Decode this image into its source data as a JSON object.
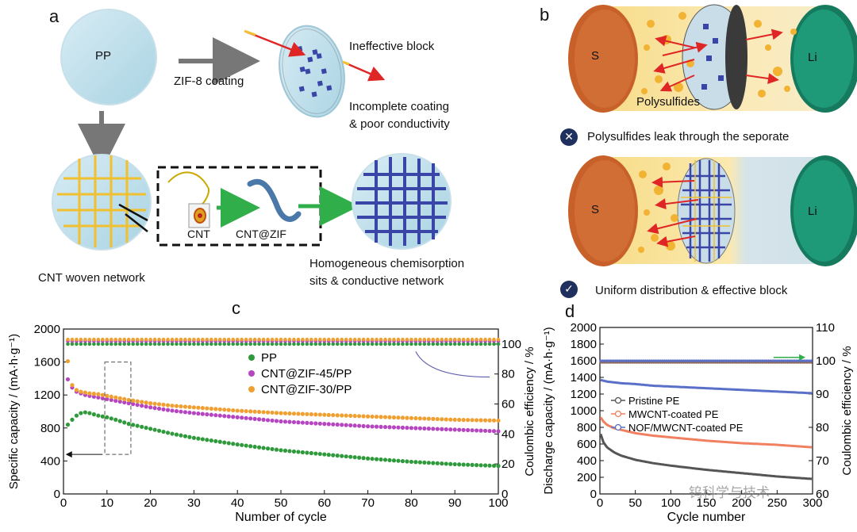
{
  "panel_a": {
    "label": "a",
    "pp_disc": "PP",
    "coating_step": "ZIF-8 coating",
    "ineffective": "Ineffective block",
    "incomplete_l1": "Incomplete coating",
    "incomplete_l2": "& poor conductivity",
    "cnt": "CNT",
    "cnt_zif": "CNT@ZIF",
    "woven": "CNT woven network",
    "homog_l1": "Homogeneous chemisorption",
    "homog_l2": "sits & conductive network"
  },
  "panel_b": {
    "label": "b",
    "s1": "S",
    "li1": "Li",
    "polysulfides": "Polysulfides",
    "leak": "Polysulfides leak through the seporate",
    "s2": "S",
    "li2": "Li",
    "uniform": "Uniform distribution & effective block",
    "colors": {
      "sulfur": "#c8602a",
      "lithium": "#1f9a78",
      "polysulfide": "#f2b232",
      "arrow": "#e02525"
    }
  },
  "panel_c": {
    "label": "c"
  },
  "panel_d": {
    "label": "d"
  },
  "watermark": "钨科学与技术",
  "chart_data": [
    {
      "type": "scatter",
      "panel": "c",
      "xlabel": "Number of cycle",
      "ylabel": "Specific capacity / (mA·h·g⁻¹)",
      "y2label": "Coulombic efficiency / %",
      "xlim": [
        0,
        100
      ],
      "ylim": [
        0,
        2000
      ],
      "y2lim": [
        0,
        110
      ],
      "xticks": [
        "0",
        "10",
        "20",
        "30",
        "40",
        "50",
        "60",
        "70",
        "80",
        "90",
        "100"
      ],
      "yticks": [
        "0",
        "400",
        "800",
        "1200",
        "1600",
        "2000"
      ],
      "y2ticks": [
        "0",
        "20",
        "40",
        "60",
        "80",
        "100"
      ],
      "legend_position": "top-center",
      "series": [
        {
          "name": "PP",
          "color": "#2e9a3c",
          "x": [
            1,
            2,
            3,
            4,
            5,
            6,
            8,
            10,
            12,
            15,
            20,
            25,
            30,
            40,
            50,
            60,
            70,
            80,
            90,
            100
          ],
          "values": [
            840,
            900,
            950,
            980,
            990,
            980,
            950,
            930,
            900,
            850,
            790,
            730,
            680,
            600,
            530,
            480,
            430,
            390,
            360,
            340
          ]
        },
        {
          "name": "CNT@ZIF-45/PP",
          "color": "#b545c0",
          "x": [
            1,
            2,
            3,
            4,
            5,
            6,
            8,
            10,
            12,
            15,
            20,
            25,
            30,
            40,
            50,
            60,
            70,
            80,
            90,
            100
          ],
          "values": [
            1390,
            1290,
            1240,
            1220,
            1200,
            1190,
            1170,
            1150,
            1130,
            1100,
            1050,
            1010,
            980,
            930,
            880,
            850,
            820,
            800,
            780,
            760
          ]
        },
        {
          "name": "CNT@ZIF-30/PP",
          "color": "#f0a030",
          "x": [
            1,
            2,
            3,
            4,
            5,
            6,
            8,
            10,
            12,
            15,
            20,
            25,
            30,
            40,
            50,
            60,
            70,
            80,
            90,
            100
          ],
          "values": [
            1610,
            1320,
            1260,
            1240,
            1230,
            1220,
            1210,
            1190,
            1170,
            1140,
            1100,
            1070,
            1050,
            1010,
            980,
            960,
            940,
            920,
            900,
            890
          ]
        }
      ],
      "efficiency_series": [
        {
          "name": "PP",
          "color": "#2e9a3c",
          "values": [
            100,
            100
          ]
        },
        {
          "name": "CNT@ZIF-45/PP",
          "color": "#b545c0",
          "values": [
            102,
            102
          ]
        },
        {
          "name": "CNT@ZIF-30/PP",
          "color": "#f0a030",
          "values": [
            103,
            103
          ]
        }
      ]
    },
    {
      "type": "line",
      "panel": "d",
      "xlabel": "Cycle number",
      "ylabel": "Discharge capacity / (mA·h·g⁻¹)",
      "y2label": "Coulombic efficiency / %",
      "xlim": [
        0,
        300
      ],
      "ylim": [
        0,
        2000
      ],
      "y2lim": [
        60,
        110
      ],
      "xticks": [
        "0",
        "50",
        "100",
        "150",
        "200",
        "250",
        "300"
      ],
      "yticks": [
        "0",
        "200",
        "400",
        "600",
        "800",
        "1000",
        "1200",
        "1400",
        "1600",
        "1800",
        "2000"
      ],
      "y2ticks": [
        "60",
        "70",
        "80",
        "90",
        "100",
        "110"
      ],
      "legend_position": "center",
      "series": [
        {
          "name": "Pristine PE",
          "color": "#555555",
          "x": [
            1,
            5,
            10,
            20,
            30,
            50,
            75,
            100,
            150,
            200,
            250,
            300
          ],
          "values": [
            720,
            620,
            560,
            500,
            460,
            410,
            370,
            340,
            290,
            250,
            210,
            180
          ]
        },
        {
          "name": "MWCNT-coated PE",
          "color": "#f08060",
          "x": [
            1,
            5,
            10,
            20,
            30,
            50,
            75,
            100,
            150,
            200,
            250,
            300
          ],
          "values": [
            920,
            870,
            830,
            790,
            770,
            730,
            700,
            680,
            640,
            610,
            590,
            560
          ]
        },
        {
          "name": "NOF/MWCNT-coated PE",
          "color": "#5a70c8",
          "x": [
            1,
            5,
            10,
            20,
            30,
            50,
            75,
            100,
            150,
            200,
            250,
            300
          ],
          "values": [
            1370,
            1360,
            1350,
            1340,
            1330,
            1320,
            1300,
            1290,
            1270,
            1250,
            1230,
            1210
          ]
        }
      ],
      "efficiency_series": [
        {
          "name": "Pristine PE",
          "color": "#8a6a60",
          "values": [
            99.5,
            99.5
          ]
        },
        {
          "name": "NOF/MWCNT-coated PE",
          "color": "#5a70c8",
          "values": [
            100,
            100
          ]
        }
      ]
    }
  ]
}
